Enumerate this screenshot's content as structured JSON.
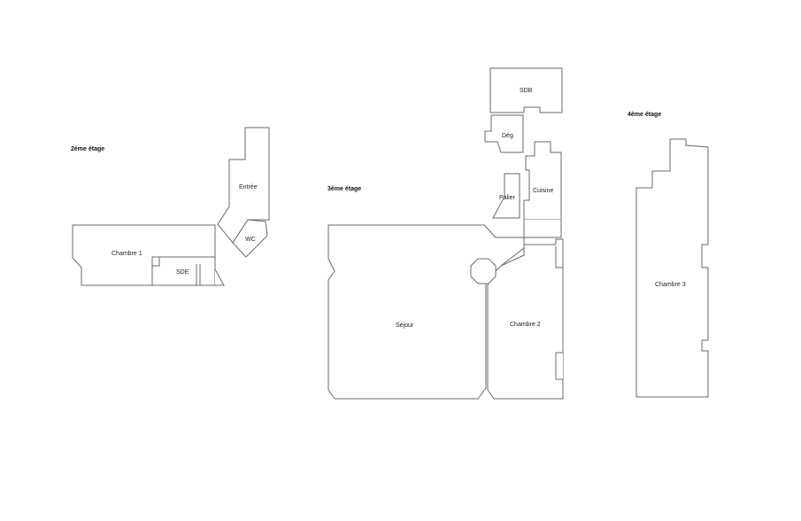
{
  "floors": {
    "second": "2ème étage",
    "third": "3ème étage",
    "fourth": "4ème étage"
  },
  "rooms": {
    "chambre1": "Chambre 1",
    "sde": "SDE",
    "entree": "Entrée",
    "wc": "WC",
    "sdb": "SDB",
    "deg": "Dég",
    "cuisine": "Cuisine",
    "palier": "Palier",
    "sejour": "Séjour",
    "chambre2": "Chambre 2",
    "chambre3": "Chambre 3"
  },
  "colors": {
    "wall": "#6a6a6a",
    "background": "#ffffff"
  }
}
